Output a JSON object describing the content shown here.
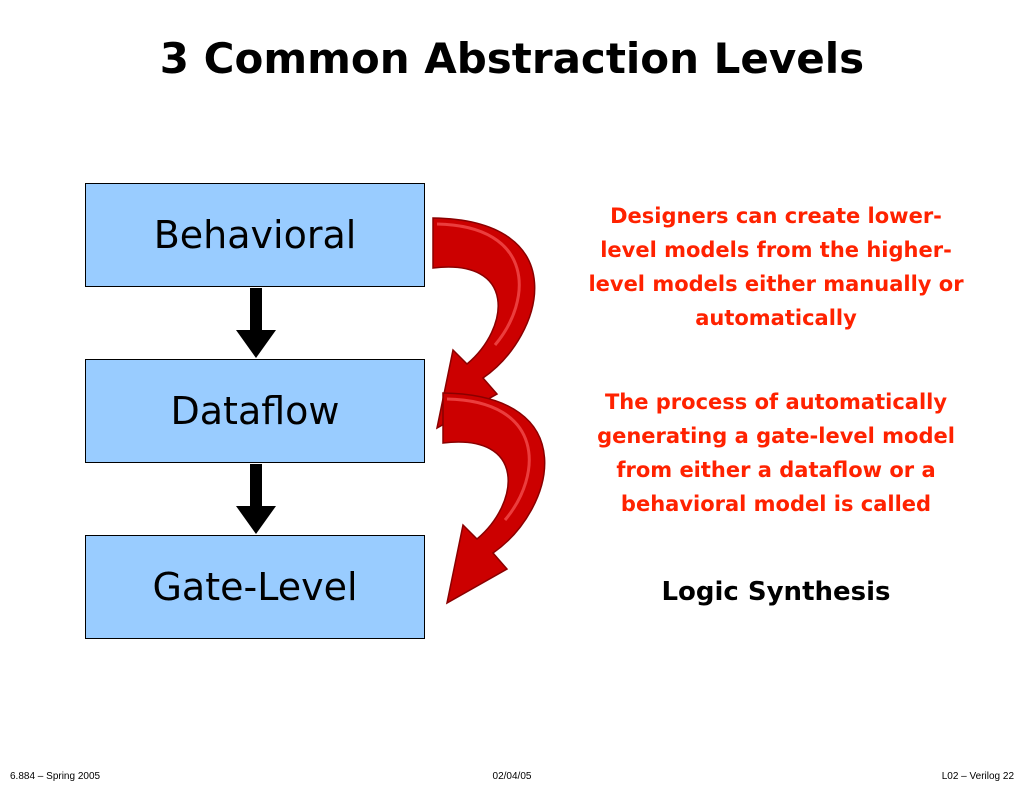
{
  "slide": {
    "title": "3 Common Abstraction Levels",
    "levels": [
      "Behavioral",
      "Dataflow",
      "Gate-Level"
    ],
    "note_1": "Designers can create lower-level models from the higher-level models either manually or automatically",
    "note_2": "The process of automatically generating a gate-level model from either a dataflow or a behavioral model is called",
    "synthesis_term": "Logic Synthesis",
    "colors": {
      "box_fill": "#99ccff",
      "arrow_red": "#cc0000",
      "note_text": "#ff2200"
    }
  },
  "footer": {
    "left": "6.884 – Spring 2005",
    "center": "02/04/05",
    "right": "L02 – Verilog  22"
  }
}
